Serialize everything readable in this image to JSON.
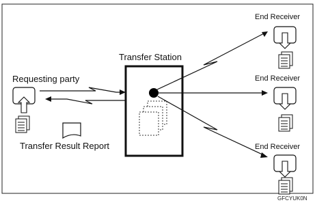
{
  "labels": {
    "transfer_station": "Transfer Station",
    "requesting_party": "Requesting party",
    "transfer_result_report": "Transfer Result Report",
    "end_receiver_1": "End Receiver",
    "end_receiver_2": "End Receiver",
    "end_receiver_3": "End Receiver",
    "figure_code": "GFCYUK0N"
  }
}
